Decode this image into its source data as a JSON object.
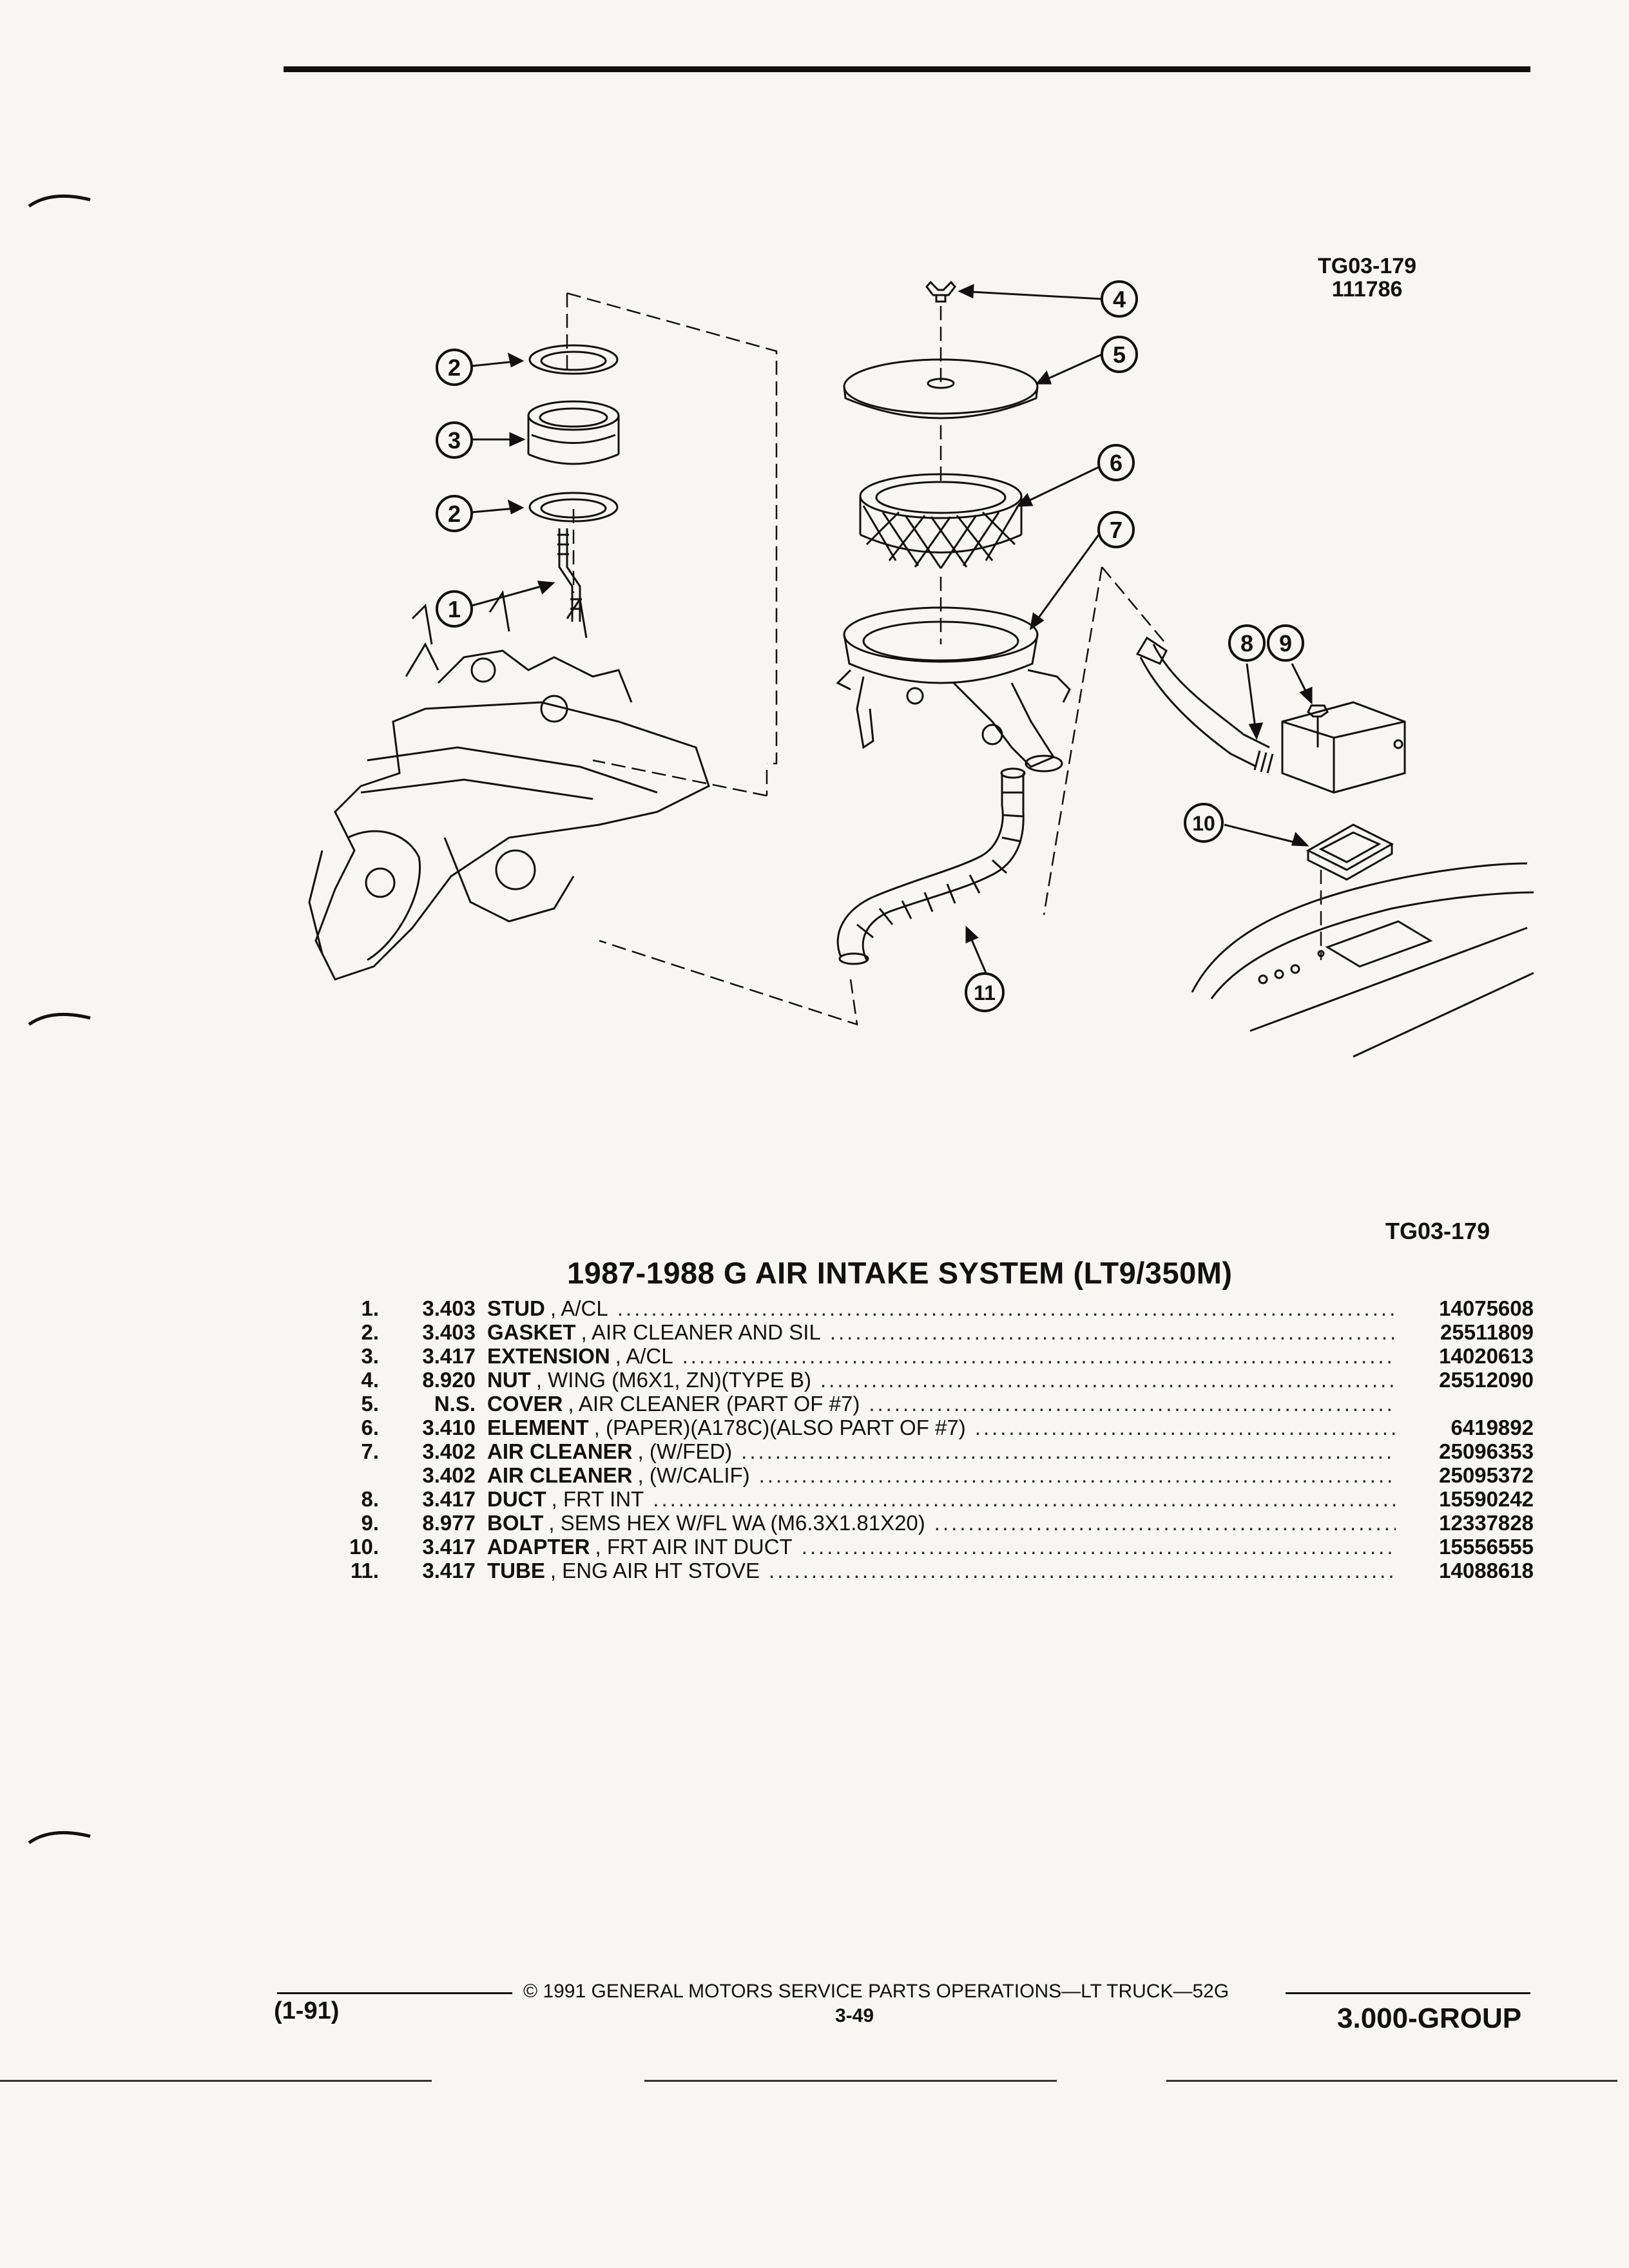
{
  "figure_id": {
    "line1": "TG03-179",
    "line2": "111786",
    "bottom": "TG03-179"
  },
  "callouts": [
    "1",
    "2",
    "3",
    "4",
    "5",
    "6",
    "7",
    "8",
    "9",
    "10",
    "11"
  ],
  "title": "1987-1988 G AIR INTAKE SYSTEM (LT9/350M)",
  "parts": [
    {
      "num": "1.",
      "group": "3.403",
      "name": "STUD",
      "desc": ", A/CL",
      "pn": "14075608"
    },
    {
      "num": "2.",
      "group": "3.403",
      "name": "GASKET",
      "desc": ", AIR CLEANER AND SIL",
      "pn": "25511809"
    },
    {
      "num": "3.",
      "group": "3.417",
      "name": "EXTENSION",
      "desc": ", A/CL",
      "pn": "14020613"
    },
    {
      "num": "4.",
      "group": "8.920",
      "name": "NUT",
      "desc": ", WING (M6X1, ZN)(TYPE B)",
      "pn": "25512090"
    },
    {
      "num": "5.",
      "group": "N.S.",
      "name": "COVER",
      "desc": ", AIR CLEANER (PART OF #7)",
      "pn": ""
    },
    {
      "num": "6.",
      "group": "3.410",
      "name": "ELEMENT",
      "desc": ", (PAPER)(A178C)(ALSO PART OF #7)",
      "pn": "6419892"
    },
    {
      "num": "7.",
      "group": "3.402",
      "name": "AIR CLEANER",
      "desc": ", (W/FED)",
      "pn": "25096353"
    },
    {
      "num": "",
      "group": "3.402",
      "name": "AIR CLEANER",
      "desc": ", (W/CALIF)",
      "pn": "25095372"
    },
    {
      "num": "8.",
      "group": "3.417",
      "name": "DUCT",
      "desc": ", FRT INT",
      "pn": "15590242"
    },
    {
      "num": "9.",
      "group": "8.977",
      "name": "BOLT",
      "desc": ", SEMS HEX W/FL WA (M6.3X1.81X20)",
      "pn": "12337828"
    },
    {
      "num": "10.",
      "group": "3.417",
      "name": "ADAPTER",
      "desc": ", FRT AIR INT DUCT",
      "pn": "15556555"
    },
    {
      "num": "11.",
      "group": "3.417",
      "name": "TUBE",
      "desc": ", ENG AIR HT STOVE",
      "pn": "14088618"
    }
  ],
  "footer": {
    "date": "(1-91)",
    "copyright": "© 1991 GENERAL MOTORS SERVICE PARTS OPERATIONS—LT TRUCK—52G",
    "page": "3-49",
    "group": "3.000-GROUP"
  }
}
